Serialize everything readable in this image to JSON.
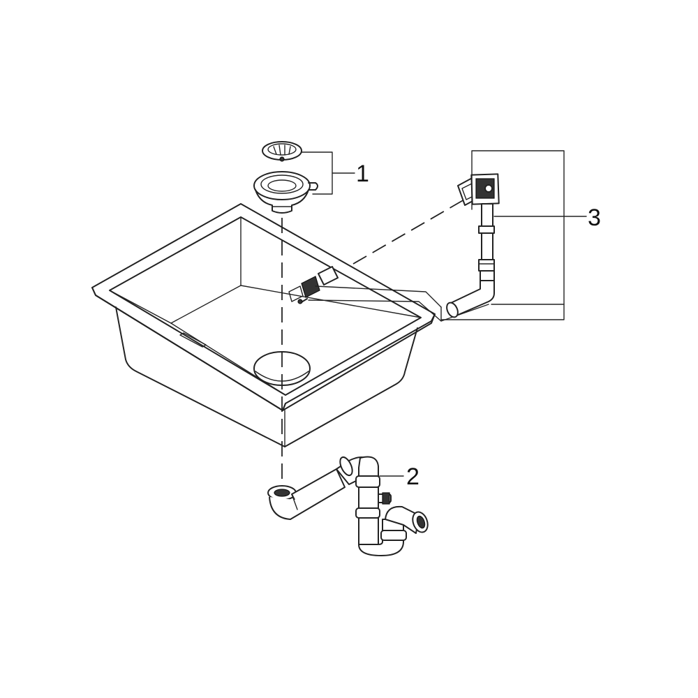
{
  "callouts": {
    "strainer": "1",
    "siphon": "2",
    "overflow": "3"
  },
  "colors": {
    "line": "#222222",
    "background": "#ffffff"
  }
}
